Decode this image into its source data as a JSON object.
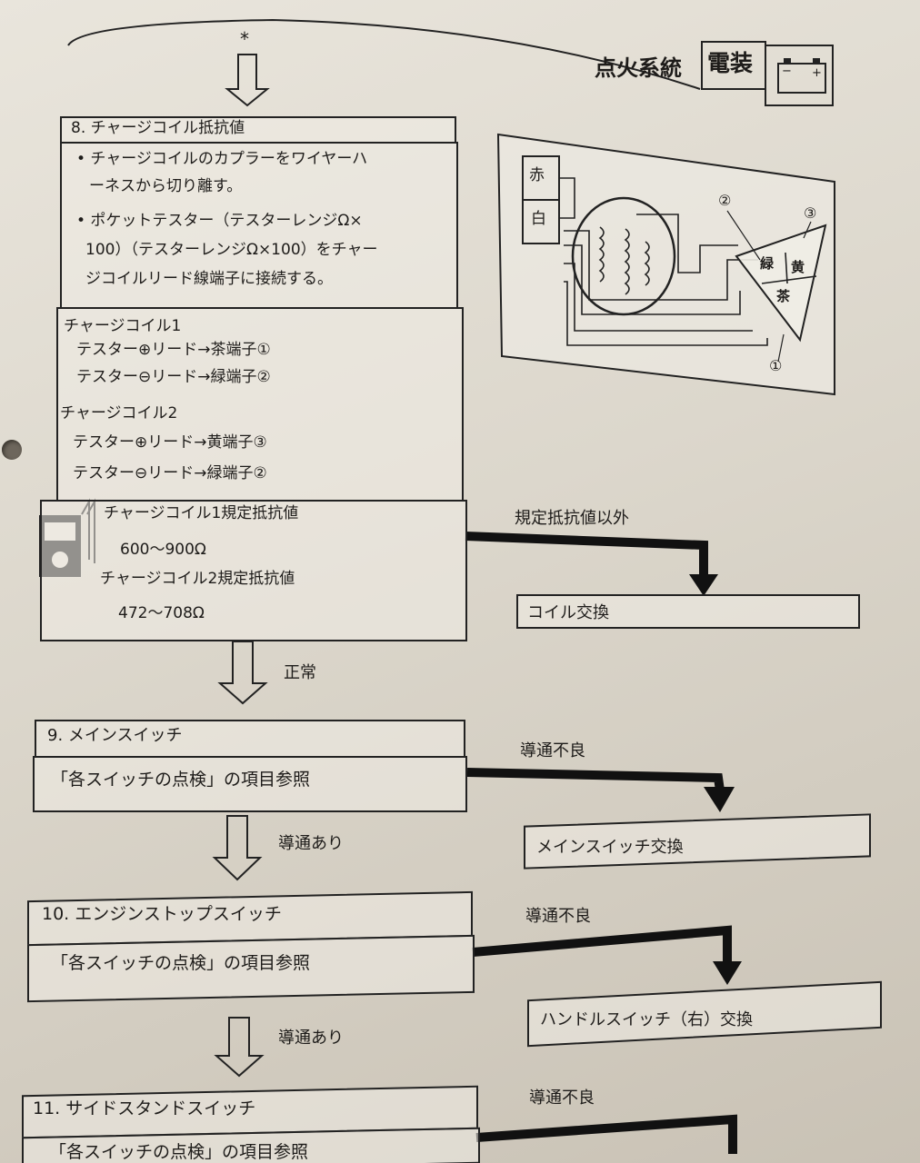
{
  "header": {
    "asterisk": "*",
    "section": "点火系統",
    "category": "電装",
    "battery_minus": "−",
    "battery_plus": "+"
  },
  "step8": {
    "title": "8. チャージコイル抵抗値",
    "instructions": [
      "• チャージコイルのカプラーをワイヤーハ",
      "ーネスから切り離す。",
      "• ポケットテスター（テスターレンジΩ×",
      "100）（テスターレンジΩ×100）をチャー",
      "ジコイルリード線端子に接続する。"
    ],
    "coil1_label": "チャージコイル1",
    "coil1_plus": "テスター⊕リード→茶端子①",
    "coil1_minus": "テスター⊖リード→緑端子②",
    "coil2_label": "チャージコイル2",
    "coil2_plus": "テスター⊕リード→黄端子③",
    "coil2_minus": "テスター⊖リード→緑端子②",
    "spec1_label": "チャージコイル1規定抵抗値",
    "spec1_value": "600〜900Ω",
    "spec2_label": "チャージコイル2規定抵抗値",
    "spec2_value": "472〜708Ω",
    "fail_label": "規定抵抗値以外",
    "fail_action": "コイル交換",
    "ok_label": "正常"
  },
  "diagram": {
    "wire_red": "赤",
    "wire_white": "白",
    "term_green": "緑",
    "term_yellow": "黄",
    "term_brown": "茶",
    "num1": "①",
    "num2": "②",
    "num3": "③"
  },
  "step9": {
    "title": "9. メインスイッチ",
    "ref": "「各スイッチの点検」の項目参照",
    "fail_label": "導通不良",
    "fail_action": "メインスイッチ交換",
    "ok_label": "導通あり"
  },
  "step10": {
    "title": "10. エンジンストップスイッチ",
    "ref": "「各スイッチの点検」の項目参照",
    "fail_label": "導通不良",
    "fail_action": "ハンドルスイッチ（右）交換",
    "ok_label": "導通あり"
  },
  "step11": {
    "title": "11. サイドスタンドスイッチ",
    "ref": "「各スイッチの点検」の項目参照",
    "fail_label": "導通不良"
  }
}
